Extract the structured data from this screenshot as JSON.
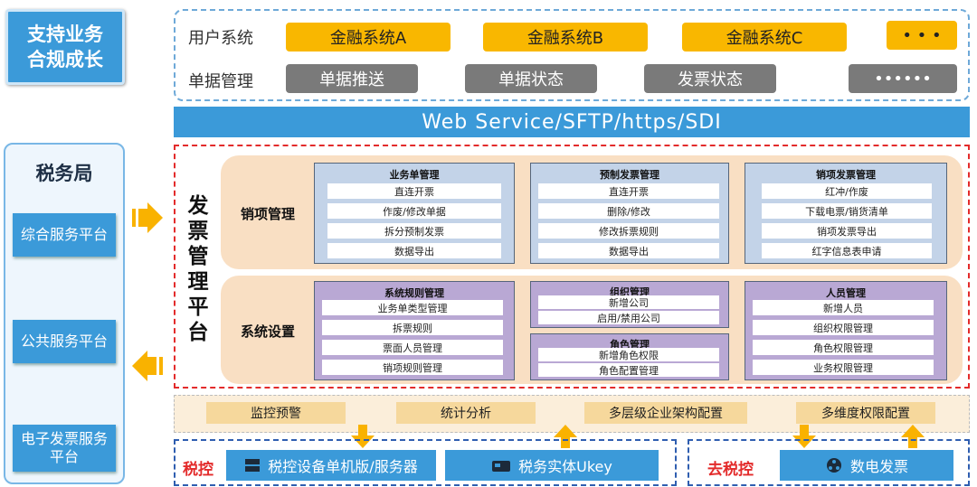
{
  "slogan": {
    "line1": "支持业务",
    "line2": "合规成长"
  },
  "tax_bureau": {
    "title": "税务局",
    "platforms": [
      "综合服务平台",
      "公共服务平台",
      "电子发票服务平台"
    ]
  },
  "top": {
    "user_system_label": "用户系统",
    "doc_mgmt_label": "单据管理",
    "user_systems": [
      "金融系统A",
      "金融系统B",
      "金融系统C",
      "• • •"
    ],
    "doc_items": [
      "单据推送",
      "单据状态",
      "发票状态",
      "••••••"
    ]
  },
  "protocol_bar": "Web  Service/SFTP/https/SDI",
  "platform_title": [
    "发",
    "票",
    "管",
    "理",
    "平",
    "台"
  ],
  "sales": {
    "label": "销项管理",
    "modules": [
      {
        "title": "业务单管理",
        "items": [
          "直连开票",
          "作废/修改单据",
          "拆分预制发票",
          "数据导出"
        ]
      },
      {
        "title": "预制发票管理",
        "items": [
          "直连开票",
          "删除/修改",
          "修改拆票规则",
          "数据导出"
        ]
      },
      {
        "title": "销项发票管理",
        "items": [
          "红冲/作废",
          "下载电票/销货清单",
          "销项发票导出",
          "红字信息表申请"
        ]
      }
    ]
  },
  "settings": {
    "label": "系统设置",
    "rules": {
      "title": "系统规则管理",
      "items": [
        "业务单类型管理",
        "拆票规则",
        "票面人员管理",
        "销项规则管理"
      ]
    },
    "org": {
      "title": "组织管理",
      "items": [
        "新增公司",
        "启用/禁用公司"
      ]
    },
    "role": {
      "title": "角色管理",
      "items": [
        "新增角色权限",
        "角色配置管理"
      ]
    },
    "staff": {
      "title": "人员管理",
      "items": [
        "新增人员",
        "组织权限管理",
        "角色权限管理",
        "业务权限管理"
      ]
    }
  },
  "functions": [
    "监控预警",
    "统计分析",
    "多层级企业架构配置",
    "多维度权限配置"
  ],
  "tax_control": {
    "label": "税控",
    "items": [
      {
        "label": "税控设备单机版/服务器",
        "icon": "server-icon"
      },
      {
        "label": "税务实体Ukey",
        "icon": "ukey-icon"
      }
    ]
  },
  "detax": {
    "label": "去税控",
    "item": {
      "label": "数电发票",
      "icon": "network-icon"
    }
  },
  "colors": {
    "blue": "#3b9ad9",
    "yellow": "#f9b700",
    "gray": "#7a7a7a",
    "red": "#e32b2b",
    "orange_arrow": "#f9b200"
  }
}
